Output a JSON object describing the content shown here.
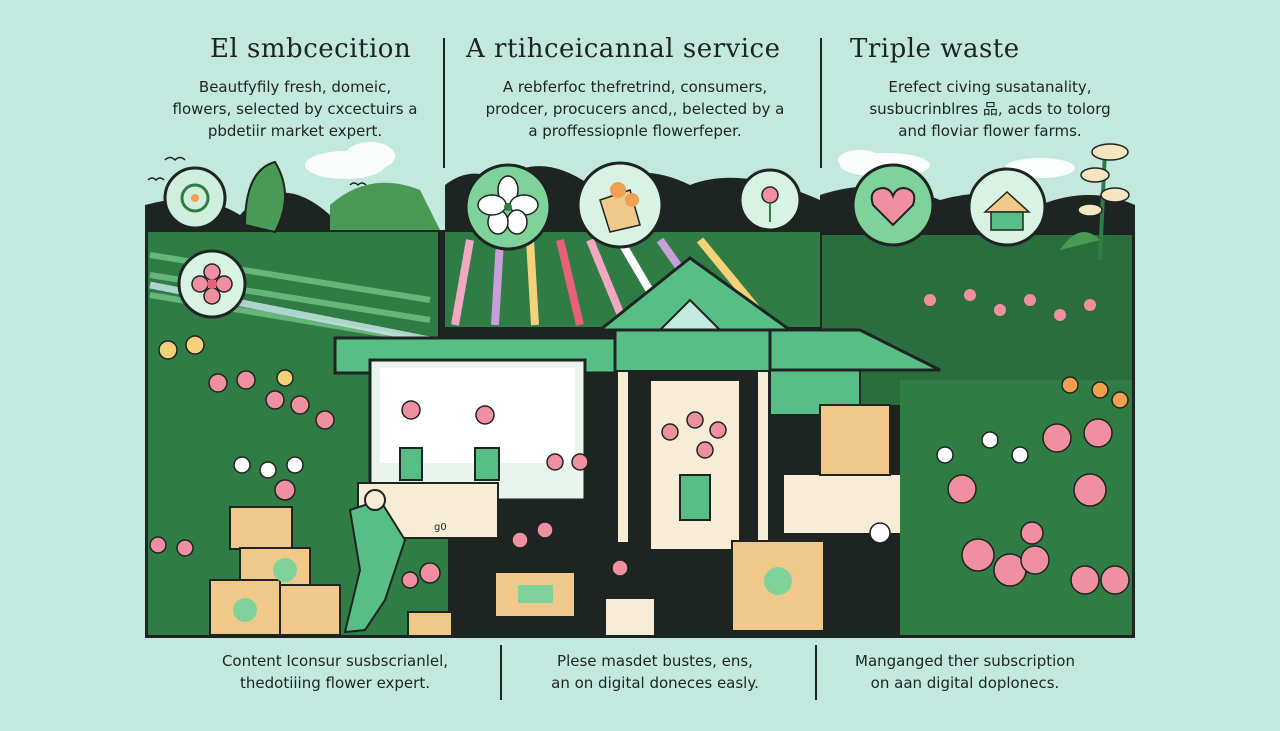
{
  "columns": [
    {
      "title": "El smbcecition",
      "body": [
        "Beautfyfily fresh, domeic,",
        "flowers, selected by cxcectuirs a",
        "pbdetiir market expert."
      ],
      "footer": [
        "Content Iconsur susbscrianlel,",
        "thedotiiing flower expert."
      ]
    },
    {
      "title": "A rtihceicannal service",
      "body": [
        "A rebferfoc thefretrind, consumers,",
        "prodcer, procucers ancd,, belected by a",
        "a proffessiopnle flowerfeper."
      ],
      "footer": [
        "Plese masdet bustes, ens,",
        "an on digital doneces easly."
      ]
    },
    {
      "title": "Triple waste",
      "body": [
        "Erefect civing susatanality,",
        "susbucrinblres 品, acds to tolorg",
        "and floviar flower farms."
      ],
      "footer": [
        "Manganged ther subscription",
        "on aan digital doplonecs."
      ]
    }
  ],
  "illustration": {
    "box_label": "g0",
    "colors": {
      "background": "#c3e9df",
      "house": "#57bf86",
      "leaf": "#2f7d45",
      "pink": "#f08fa0",
      "rose": "#e9607a",
      "cardboard": "#f0c98a",
      "dark": "#1d2421"
    }
  }
}
